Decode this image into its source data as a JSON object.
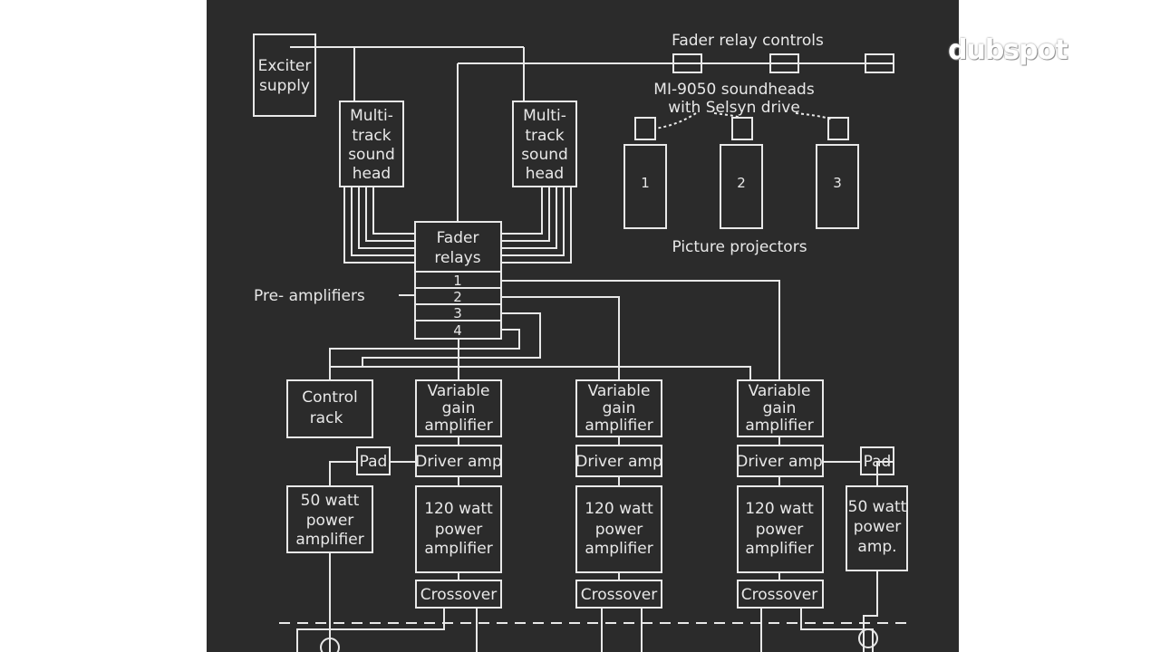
{
  "diagram": {
    "fader_relay_controls": "Fader relay controls",
    "soundheads_line1": "MI-9050 soundheads",
    "soundheads_line2": "with Selsyn drive",
    "exciter_supply": [
      "Exciter",
      "supply"
    ],
    "multitrack_head": [
      "Multi-",
      "track",
      "sound",
      "head"
    ],
    "fader_relays": [
      "Fader",
      "relays"
    ],
    "preamp_numbers": [
      "1",
      "2",
      "3",
      "4"
    ],
    "pre_amplifiers": "Pre- amplifiers",
    "projector_numbers": [
      "1",
      "2",
      "3"
    ],
    "picture_projectors": "Picture projectors",
    "control_rack": [
      "Control",
      "rack"
    ],
    "variable_gain": [
      "Variable",
      "gain",
      "amplifier"
    ],
    "driver_amp": "Driver amp",
    "pad": "Pad",
    "power_120": [
      "120 watt",
      "power",
      "amplifier"
    ],
    "crossover": "Crossover",
    "power_50_left": [
      "50 watt",
      "power",
      "amplifier"
    ],
    "power_50_right": [
      "50 watt",
      "power",
      "amp."
    ]
  },
  "logo": {
    "text": "dubspot"
  }
}
